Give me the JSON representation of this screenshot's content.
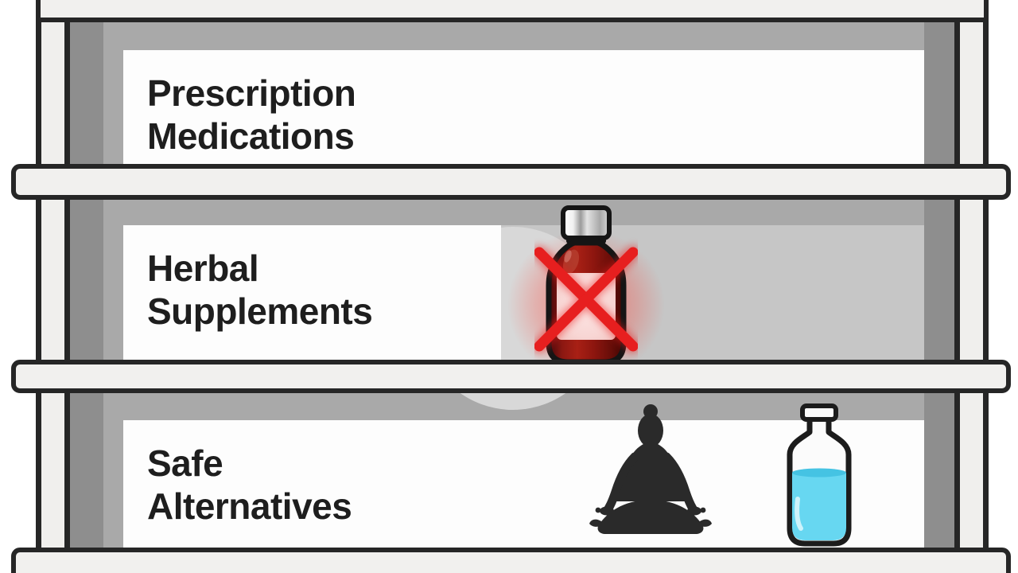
{
  "illustration": {
    "name": "medication-safety-shelf",
    "sections": [
      {
        "id": "prescription-medications",
        "label": "Prescription\nMedications",
        "items": []
      },
      {
        "id": "herbal-supplements",
        "label": "Herbal\nSupplements",
        "items": [
          {
            "icon": "prohibited-supplement-bottle-icon",
            "meaning": "herbal supplement bottle crossed out with red X"
          }
        ]
      },
      {
        "id": "safe-alternatives",
        "label": "Safe\nAlternatives",
        "items": [
          {
            "icon": "meditation-pose-icon",
            "meaning": "person meditating in lotus pose silhouette"
          },
          {
            "icon": "water-bottle-icon",
            "meaning": "bottle of water"
          }
        ]
      }
    ]
  },
  "colors": {
    "outline": "#262626",
    "board_fill": "#f1f0ee",
    "post_fill": "#f0efed",
    "strip_dark": "#8e8e8e",
    "strip_medium": "#a9a9a9",
    "back_panel": "#c6c6c6",
    "label_panel": "#fdfdfd",
    "text": "#1e1e1e",
    "cross_red": "#e71f1f",
    "bottle_red": "#8f150d",
    "bottle_label_pink": "#f6cfcd",
    "water_blue": "#63d5f0",
    "silhouette": "#2a2a2a"
  }
}
